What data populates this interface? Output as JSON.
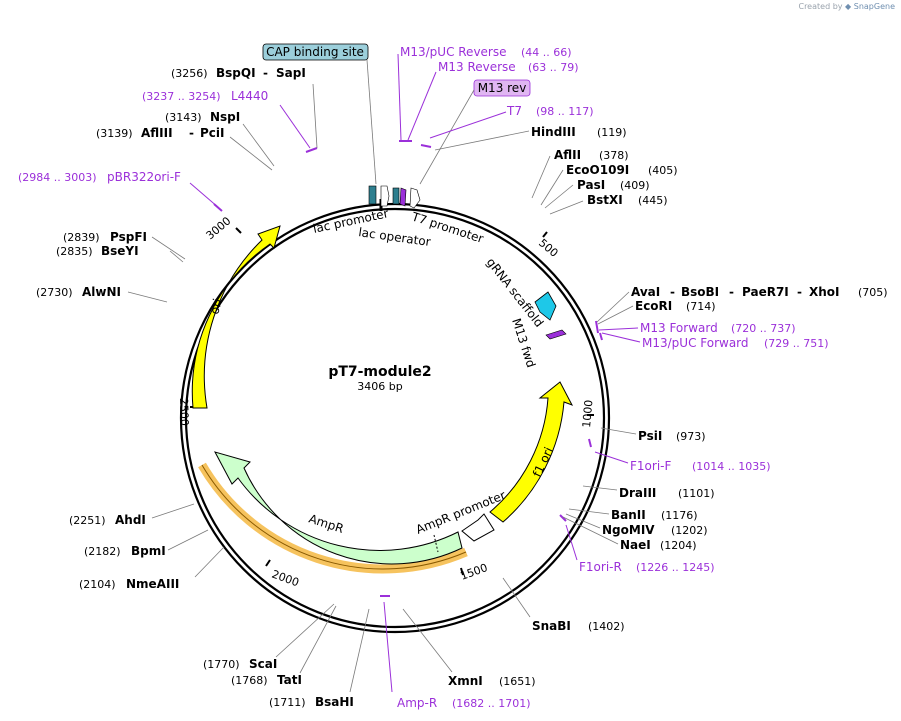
{
  "credit": {
    "prefix": "Created by",
    "brand": "SnapGene"
  },
  "plasmid": {
    "name": "pT7-module2",
    "length_label": "3406 bp",
    "length": 3406
  },
  "ticks": [
    "500",
    "1000",
    "1500",
    "2000",
    "2500",
    "3000"
  ],
  "sites": [
    {
      "name": "BspQI",
      "extra": "SapI",
      "pos": "(3256)"
    },
    {
      "name": "NspI",
      "pos": "(3143)"
    },
    {
      "name": "AflIII",
      "extra": "PciI",
      "pos": "(3139)"
    },
    {
      "name": "PspFI",
      "pos": "(2839)"
    },
    {
      "name": "BseYI",
      "pos": "(2835)"
    },
    {
      "name": "AlwNI",
      "pos": "(2730)"
    },
    {
      "name": "AhdI",
      "pos": "(2251)"
    },
    {
      "name": "BpmI",
      "pos": "(2182)"
    },
    {
      "name": "NmeAIII",
      "pos": "(2104)"
    },
    {
      "name": "ScaI",
      "pos": "(1770)"
    },
    {
      "name": "TatI",
      "pos": "(1768)"
    },
    {
      "name": "BsaHI",
      "pos": "(1711)"
    },
    {
      "name": "XmnI",
      "pos": "(1651)"
    },
    {
      "name": "SnaBI",
      "pos": "(1402)"
    },
    {
      "name": "NaeI",
      "pos": "(1204)"
    },
    {
      "name": "NgoMIV",
      "pos": "(1202)"
    },
    {
      "name": "BanII",
      "pos": "(1176)"
    },
    {
      "name": "DraIII",
      "pos": "(1101)"
    },
    {
      "name": "PsiI",
      "pos": "(973)"
    },
    {
      "name": "EcoRI",
      "pos": "(714)"
    },
    {
      "name": "AvaI",
      "extra": "BsoBI",
      "extra2": "PaeR7I",
      "extra3": "XhoI",
      "pos": "(705)"
    },
    {
      "name": "BstXI",
      "pos": "(445)"
    },
    {
      "name": "PasI",
      "pos": "(409)"
    },
    {
      "name": "EcoO109I",
      "pos": "(405)"
    },
    {
      "name": "AflII",
      "pos": "(378)"
    },
    {
      "name": "HindIII",
      "pos": "(119)"
    }
  ],
  "primers": [
    {
      "name": "M13/pUC Reverse",
      "range": "(44 .. 66)"
    },
    {
      "name": "M13 Reverse",
      "range": "(63 .. 79)"
    },
    {
      "name": "T7",
      "range": "(98 .. 117)"
    },
    {
      "name": "L4440",
      "range": "(3237 .. 3254)"
    },
    {
      "name": "pBR322ori-F",
      "range": "(2984 .. 3003)"
    },
    {
      "name": "M13 Forward",
      "range": "(720 .. 737)"
    },
    {
      "name": "M13/pUC Forward",
      "range": "(729 .. 751)"
    },
    {
      "name": "F1ori-F",
      "range": "(1014 .. 1035)"
    },
    {
      "name": "F1ori-R",
      "range": "(1226 .. 1245)"
    },
    {
      "name": "Amp-R",
      "range": "(1682 .. 1701)"
    }
  ],
  "boxes": {
    "cap": "CAP binding site",
    "m13rev": "M13 rev"
  },
  "features": {
    "lac_promoter": "lac promoter",
    "lac_operator": "lac operator",
    "t7_promoter": "T7 promoter",
    "grna": "gRNA scaffold",
    "m13fwd": "M13 fwd",
    "f1ori": "f1 ori",
    "ampr_promoter": "AmpR promoter",
    "ampr": "AmpR",
    "ori": "ori"
  },
  "colors": {
    "yellow": "#ffff00",
    "ampr": "#ccffcc",
    "ampr_orange": "#f5b942",
    "primer": "#9b30d9",
    "cyan": "#1ec8e8",
    "teal": "#2e7f8f",
    "box_cap": "#9ccfdb",
    "box_m13": "#e0b6f2"
  }
}
